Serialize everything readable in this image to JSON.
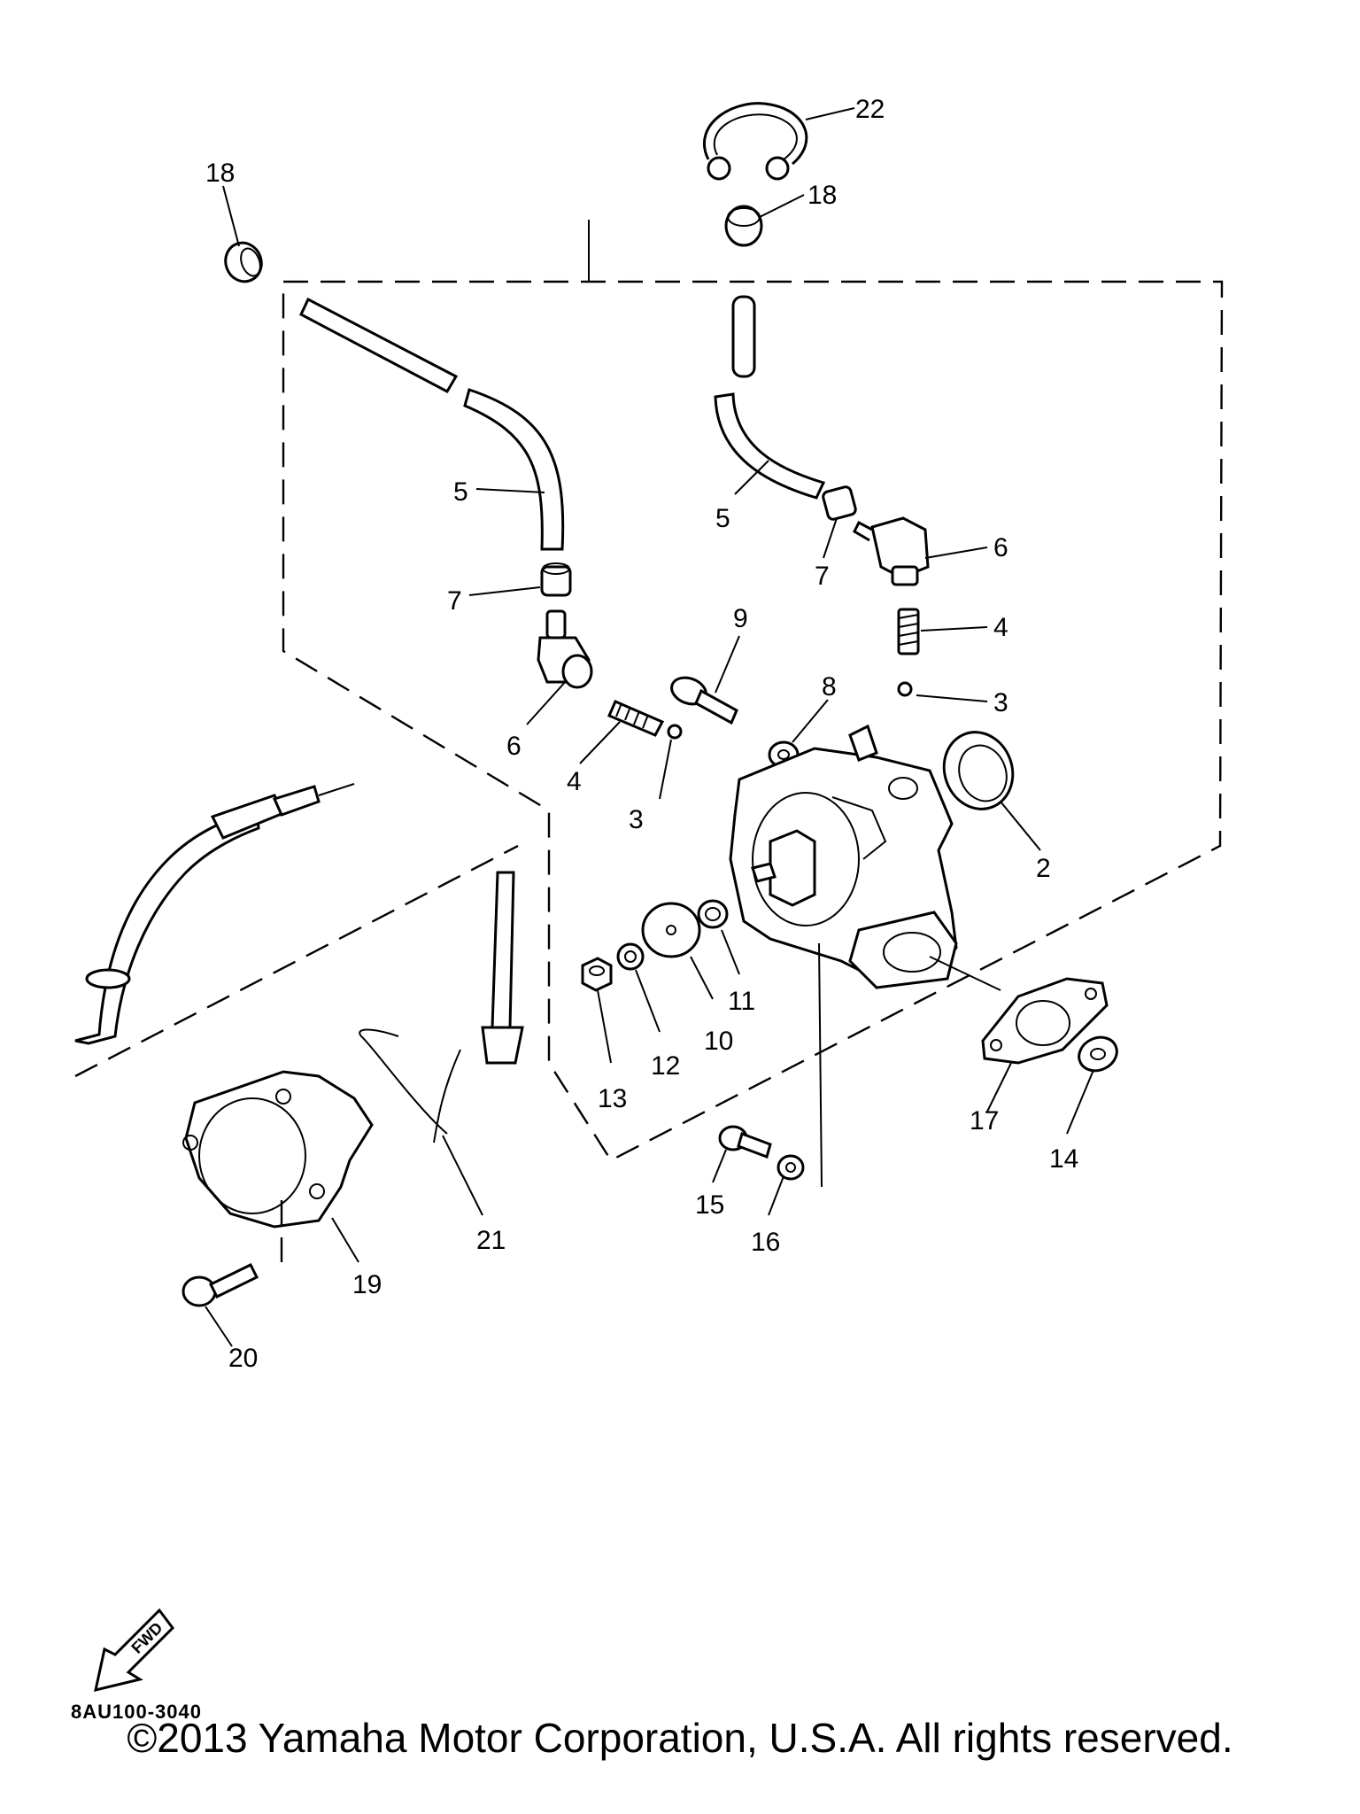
{
  "callouts": [
    {
      "id": "22",
      "text": "22"
    },
    {
      "id": "18a",
      "text": "18"
    },
    {
      "id": "18b",
      "text": "18"
    },
    {
      "id": "5a",
      "text": "5"
    },
    {
      "id": "5b",
      "text": "5"
    },
    {
      "id": "7a",
      "text": "7"
    },
    {
      "id": "7b",
      "text": "7"
    },
    {
      "id": "6a",
      "text": "6"
    },
    {
      "id": "6b",
      "text": "6"
    },
    {
      "id": "4a",
      "text": "4"
    },
    {
      "id": "4b",
      "text": "4"
    },
    {
      "id": "3a",
      "text": "3"
    },
    {
      "id": "3b",
      "text": "3"
    },
    {
      "id": "9",
      "text": "9"
    },
    {
      "id": "8",
      "text": "8"
    },
    {
      "id": "2",
      "text": "2"
    },
    {
      "id": "11",
      "text": "11"
    },
    {
      "id": "10",
      "text": "10"
    },
    {
      "id": "12",
      "text": "12"
    },
    {
      "id": "13",
      "text": "13"
    },
    {
      "id": "17",
      "text": "17"
    },
    {
      "id": "14",
      "text": "14"
    },
    {
      "id": "15",
      "text": "15"
    },
    {
      "id": "16",
      "text": "16"
    },
    {
      "id": "19",
      "text": "19"
    },
    {
      "id": "20",
      "text": "20"
    },
    {
      "id": "21",
      "text": "21"
    }
  ],
  "diagram_code": "8AU100-3040",
  "fwd_label": "FWD",
  "copyright": "©2013 Yamaha Motor Corporation, U.S.A. All rights reserved."
}
